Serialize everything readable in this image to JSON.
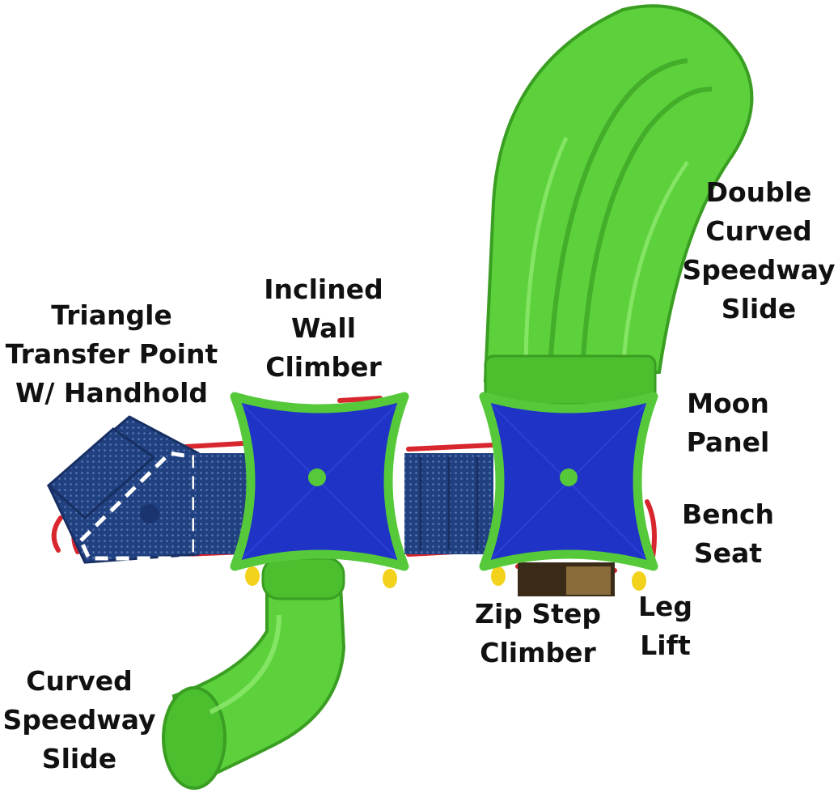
{
  "labels": {
    "double_curved_slide": [
      "Double",
      "Curved",
      "Speedway",
      "Slide"
    ],
    "inclined_wall_climber": [
      "Inclined",
      "Wall",
      "Climber"
    ],
    "triangle_transfer": [
      "Triangle",
      "Transfer Point",
      "W/ Handhold"
    ],
    "moon_panel": [
      "Moon",
      "Panel"
    ],
    "bench_seat": [
      "Bench",
      "Seat"
    ],
    "zip_step_climber": [
      "Zip Step",
      "Climber"
    ],
    "leg_lift": [
      "Leg",
      "Lift"
    ],
    "curved_slide": [
      "Curved",
      "Speedway",
      "Slide"
    ]
  },
  "colors": {
    "slide_green": "#5cd13c",
    "slide_green_dark": "#3a9e22",
    "roof_blue": "#1f33c6",
    "roof_border": "#56c93a",
    "deck_navy": "#1f3e80",
    "rail_red": "#d8262e",
    "accent_yellow": "#f2d21b",
    "label_text": "#111111"
  }
}
